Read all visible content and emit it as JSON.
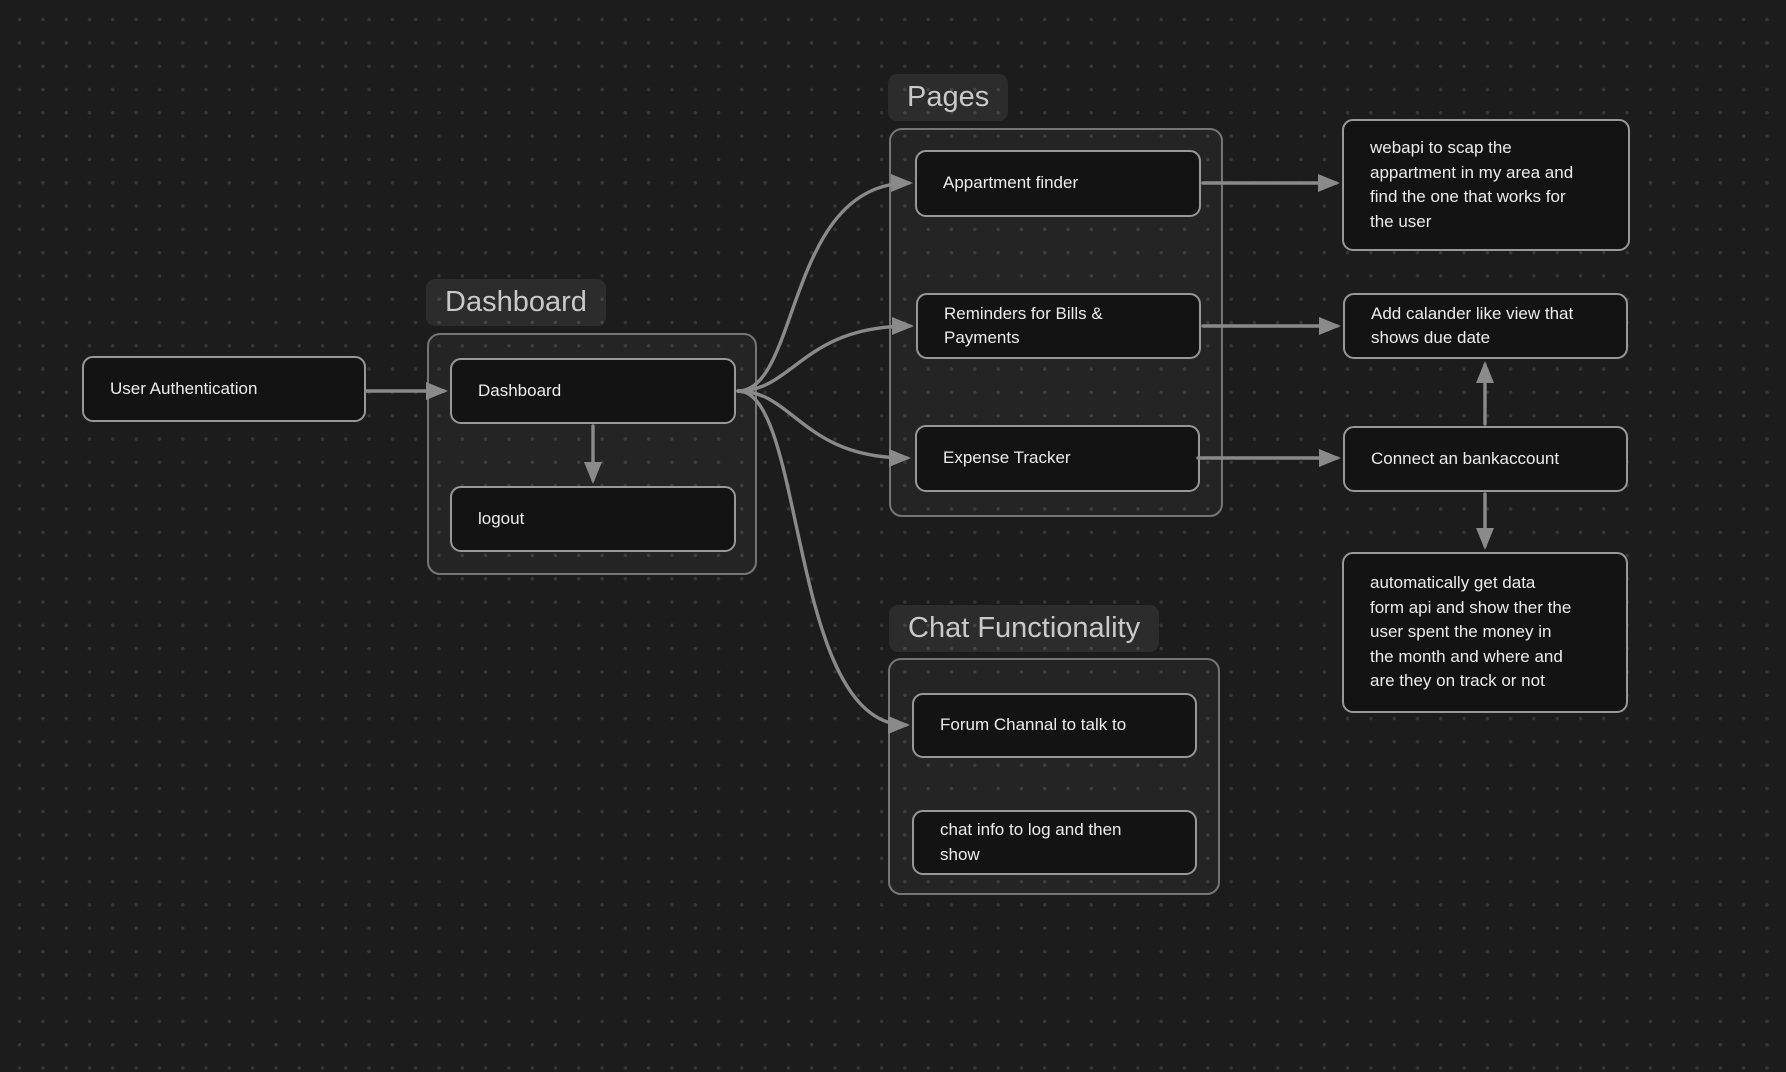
{
  "canvas": {
    "background": "#1c1c1c",
    "dot_color": "#373737"
  },
  "colors": {
    "node_border": "#989898",
    "node_fill": "#131313",
    "node_text": "#ececec",
    "group_border": "#757575",
    "group_label_text": "#c9c9c9",
    "edge": "#8a8a8a"
  },
  "group_labels": {
    "dashboard": "Dashboard",
    "pages": "Pages",
    "chat": "Chat Functionality"
  },
  "nodes": {
    "user_auth": {
      "label": "User Authentication"
    },
    "dashboard": {
      "label": "Dashboard"
    },
    "logout": {
      "label": "logout"
    },
    "appartment_finder": {
      "label": "Appartment finder"
    },
    "reminders": {
      "label": "Reminders for Bills &\nPayments"
    },
    "expense_tracker": {
      "label": "Expense Tracker"
    },
    "webapi_note": {
      "label": "webapi to scap the\nappartment in my area and\nfind the one that works for\nthe user"
    },
    "calendar_note": {
      "label": "Add calander like view that\nshows due date"
    },
    "bank_account": {
      "label": "Connect an bankaccount"
    },
    "auto_data_note": {
      "label": "automatically get data\nform api and show ther the\nuser spent the money in\nthe month and where and\nare they on track or not"
    },
    "forum_channel": {
      "label": "Forum Channal to talk to"
    },
    "chat_log": {
      "label": "chat info to log and then\nshow"
    }
  }
}
